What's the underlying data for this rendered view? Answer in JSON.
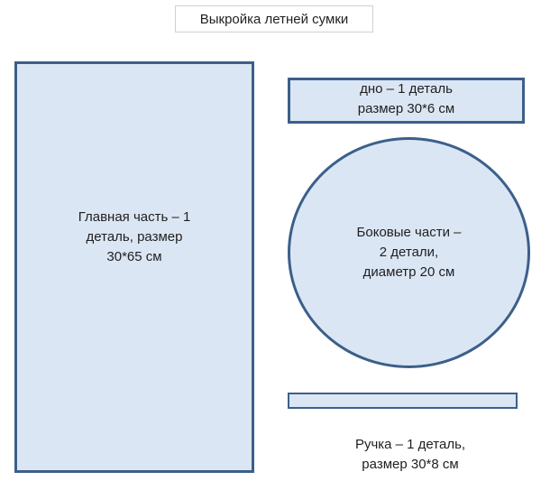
{
  "title": "Выкройка летней сумки",
  "pieces": {
    "main": {
      "lines": [
        "Главная часть – 1",
        "деталь, размер",
        "30*65 см"
      ]
    },
    "bottom": {
      "lines": [
        "дно – 1 деталь",
        "размер 30*6 см"
      ]
    },
    "sides": {
      "lines": [
        "Боковые части –",
        "2 детали,",
        "диаметр 20 см"
      ]
    },
    "handle": {
      "lines": [
        "Ручка – 1 деталь,",
        "размер 30*8 см"
      ]
    }
  },
  "colors": {
    "fill": "#dbe6f4",
    "stroke": "#3c5f8a"
  }
}
